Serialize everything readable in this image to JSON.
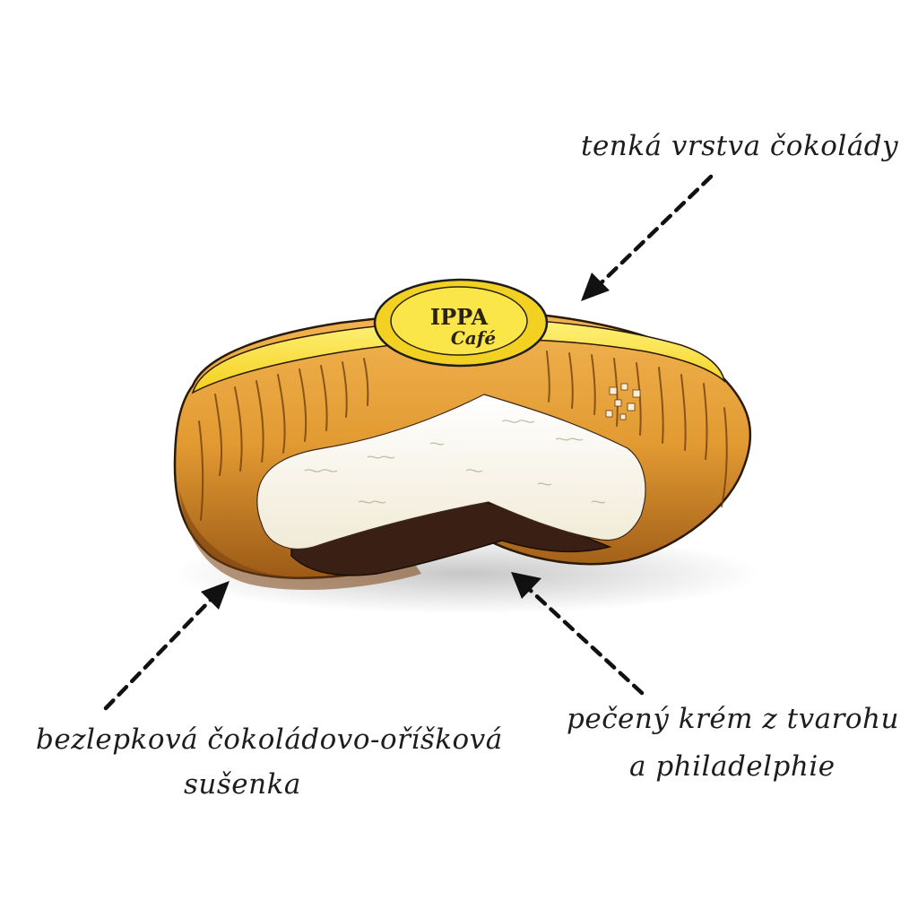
{
  "annotations": {
    "chocolate_layer": "tenká vrstva čokolády",
    "biscuit_line1": "bezlepková čokoládovo-oříšková",
    "biscuit_line2": "sušenka",
    "cream_line1": "pečený krém z tvarohu",
    "cream_line2": "a philadelphie"
  },
  "logo": {
    "brand_top": "IPPA",
    "brand_script": "Café"
  },
  "icons": {
    "arrow": "dashed-arrow-icon"
  },
  "colors": {
    "chocolate_gold": "#e9a13b",
    "chocolate_dark": "#8a4e12",
    "yellow_top": "#f7de2a",
    "cream": "#f9f5ea",
    "biscuit": "#3a1f14",
    "ink": "#1d1d1d"
  }
}
